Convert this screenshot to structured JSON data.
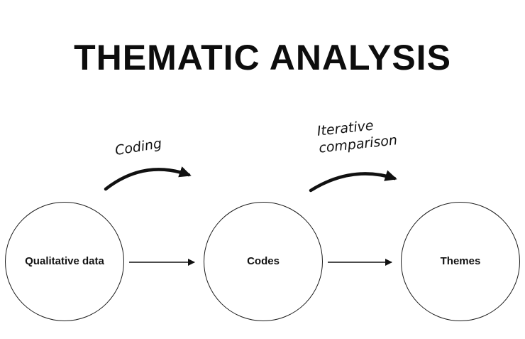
{
  "title": "THEMATIC ANALYSIS",
  "diagram": {
    "nodes": [
      {
        "label": "Qualitative data"
      },
      {
        "label": "Codes"
      },
      {
        "label": "Themes"
      }
    ],
    "flow_labels": [
      {
        "label": "Coding"
      },
      {
        "label": "Iterative\ncomparison"
      }
    ],
    "colors": {
      "ink": "#111111",
      "background": "#ffffff"
    }
  }
}
